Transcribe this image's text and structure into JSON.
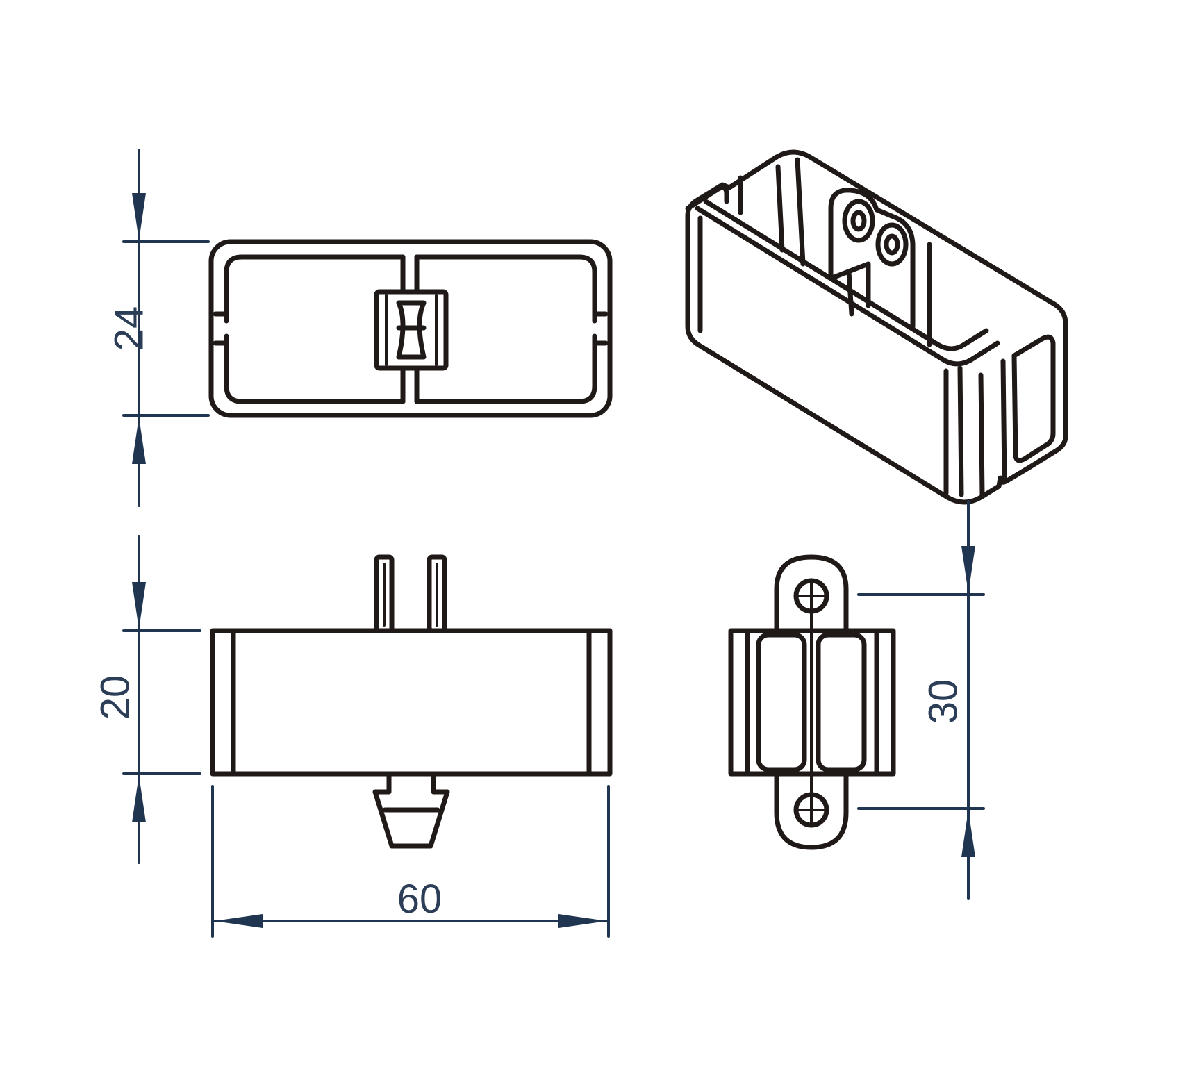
{
  "colors": {
    "part_outline": "#1f1a17",
    "dimension_line": "#1f3550",
    "dimension_text": "#2c3e57",
    "background": "#ffffff"
  },
  "dimensions": {
    "top_view_height": "24",
    "front_view_height": "20",
    "front_view_width": "60",
    "side_view_hole_spacing": "30"
  }
}
